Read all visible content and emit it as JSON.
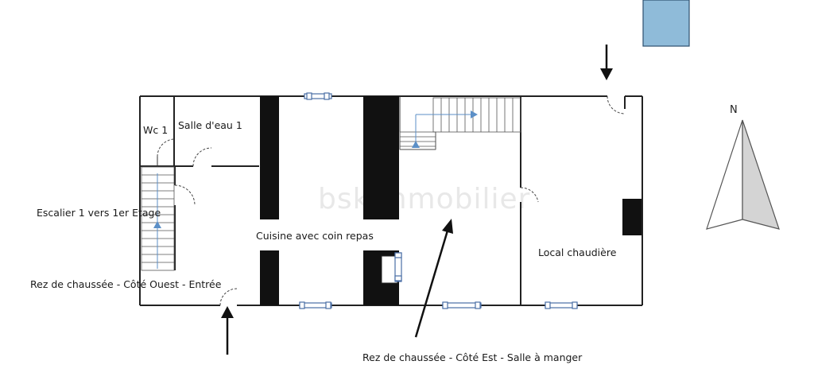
{
  "labels": {
    "wc": "Wc 1",
    "salle_eau": "Salle d'eau 1",
    "escalier": "Escalier 1 vers 1er Etage",
    "cuisine": "Cuisine avec coin repas",
    "local": "Local chaudière",
    "rdc_ouest": "Rez de chaussée - Côté Ouest - Entrée",
    "rdc_est": "Rez de chaussée - Côté Est - Salle à manger",
    "north": "N"
  },
  "watermark": "bskimmobilier",
  "colors": {
    "wall": "#222222",
    "accent_blue": "#8fbbd9",
    "arrow_blue": "#5b8fc7",
    "watermark": "#e6e6e6"
  }
}
